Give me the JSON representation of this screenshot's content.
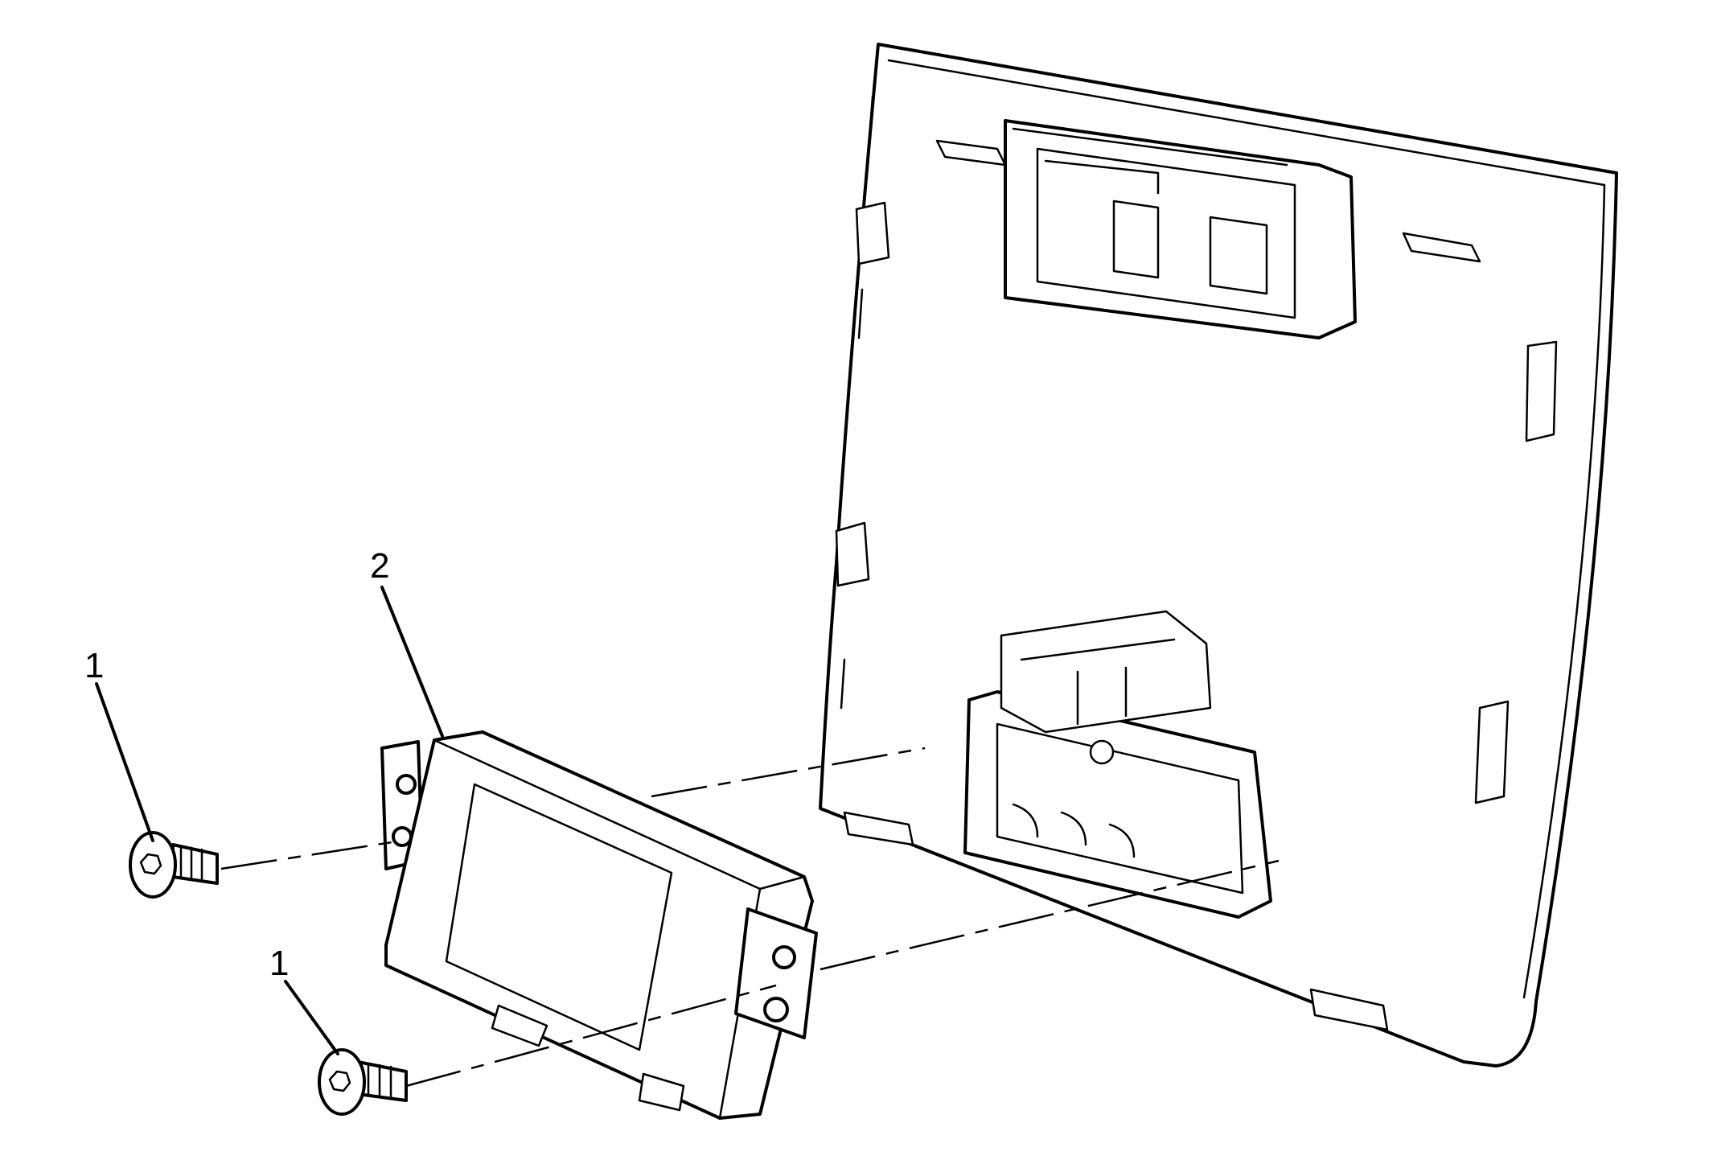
{
  "callouts": {
    "fastener_top": "1",
    "fastener_bottom": "1",
    "module": "2"
  },
  "parts": [
    {
      "id": "1",
      "name": "bolt",
      "count": 2
    },
    {
      "id": "2",
      "name": "module",
      "count": 1
    }
  ],
  "style": {
    "line_color": "#000000",
    "background": "#ffffff"
  }
}
